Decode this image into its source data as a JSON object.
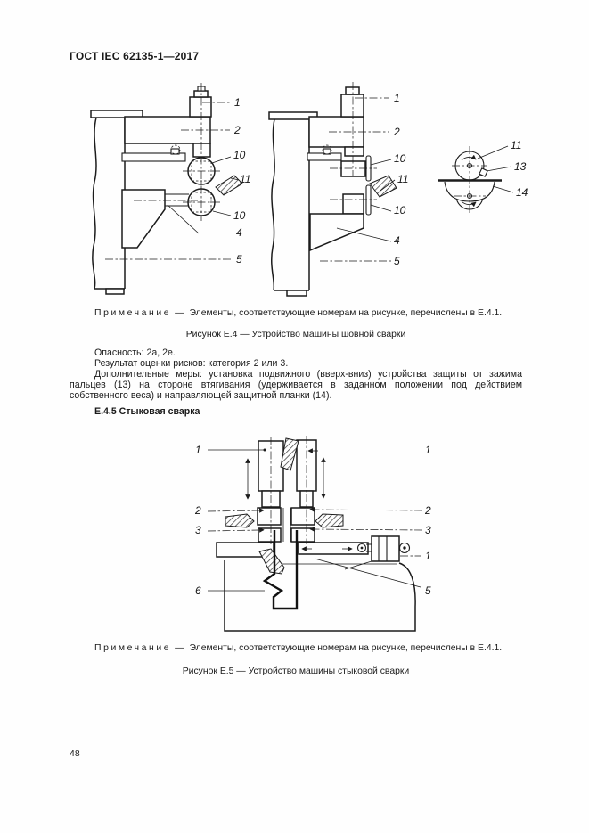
{
  "page": {
    "header": "ГОСТ IEC 62135-1—2017",
    "page_number": "48"
  },
  "figure_e4": {
    "note": {
      "label": "Примечание",
      "dash": "—",
      "text": "Элементы, соответствующие номерам на рисунке, перечислены в Е.4.1."
    },
    "caption": "Рисунок Е.4 — Устройство машины шовной сварки",
    "view1_callouts": [
      "1",
      "2",
      "10",
      "11",
      "10",
      "4",
      "5"
    ],
    "view2_callouts": [
      "1",
      "2",
      "10",
      "11",
      "10",
      "4",
      "5"
    ],
    "detail_callouts": [
      "11",
      "13",
      "14"
    ]
  },
  "section": {
    "hazard": "Опасность: 2а, 2е.",
    "risk_result": "Результат оценки рисков: категория 2 или 3.",
    "additional_measures": "Дополнительные меры: установка подвижного (вверх-вниз) устройства защиты от зажима пальцев (13) на стороне втягивания (удерживается в заданном положении под действием собственного веса) и направляющей защитной планки (14).",
    "heading": "Е.4.5 Стыковая сварка"
  },
  "figure_e5": {
    "note": {
      "label": "Примечание",
      "dash": "—",
      "text": "Элементы, соответствующие номерам на рисунке, перечислены в Е.4.1."
    },
    "caption": "Рисунок Е.5 — Устройство машины стыковой сварки",
    "callouts": [
      "1",
      "1",
      "2",
      "2",
      "3",
      "3",
      "1",
      "6",
      "5"
    ]
  }
}
